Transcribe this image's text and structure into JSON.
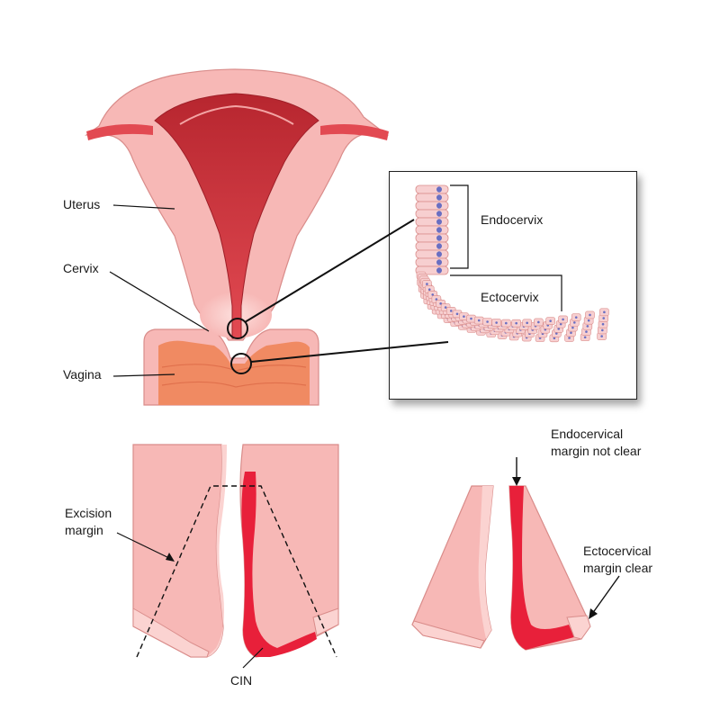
{
  "labels": {
    "uterus": "Uterus",
    "cervix": "Cervix",
    "vagina": "Vagina",
    "endocervix": "Endocervix",
    "ectocervix": "Ectocervix",
    "excision_margin_line1": "Excision",
    "excision_margin_line2": "margin",
    "cin": "CIN",
    "endo_margin_line1": "Endocervical",
    "endo_margin_line2": "margin not clear",
    "ecto_margin_line1": "Ectocervical",
    "ecto_margin_line2": "margin clear"
  },
  "colors": {
    "tissue_light": "#f7b8b6",
    "tissue_pale": "#fbd3d1",
    "tissue_outline": "#d98c8a",
    "cavity_dark": "#c2303a",
    "cavity_mid": "#e2555b",
    "vagina_orange": "#f08a62",
    "cin_red": "#e8203a",
    "cell_fill": "#f7cfd0",
    "nucleus": "#6a6fc2",
    "line": "#111111"
  }
}
